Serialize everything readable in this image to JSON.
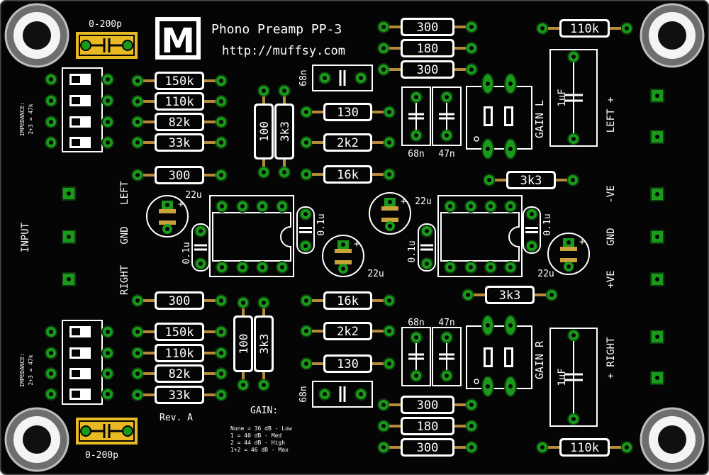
{
  "board": {
    "title": "Phono Preamp PP-3",
    "url": "http://muffsy.com",
    "logo_letter": "M",
    "revision": "Rev. A",
    "gain_heading": "GAIN:",
    "gain_table": [
      "None = 36 dB - Low",
      "1    = 40 dB - Med",
      "2    = 44 dB - High",
      "1+2  = 46 dB - Max"
    ],
    "impedance_note_1": "IMPEDANCE:",
    "impedance_note_2": "2+3 = 47k",
    "colors": {
      "board": "#050505",
      "silkscreen": "#ffffff",
      "copper_pad": "#1a9a1a",
      "gold_pad": "#e8b923",
      "resistor_lead": "#b58a3a",
      "hole": "#101010"
    }
  },
  "labels": {
    "input": "INPUT",
    "left": "LEFT",
    "gnd": "GND",
    "right": "RIGHT",
    "left_plus": "LEFT  +",
    "plus": "+",
    "neg_ve": "-VE",
    "gnd_r": "GND",
    "pos_ve": "+VE",
    "right_plus": "+  RIGHT",
    "gain_l": "GAIN L",
    "gain_r": "GAIN R"
  },
  "trim_caps": {
    "top": "0-200p",
    "bottom": "0-200p"
  },
  "resistors": {
    "top_stack": [
      "300",
      "180",
      "300"
    ],
    "bottom_stack": [
      "300",
      "180",
      "300"
    ],
    "top_right": "110k",
    "bottom_right": "110k",
    "left_top": [
      "150k",
      "110k",
      "82k",
      "33k"
    ],
    "left_bottom": [
      "150k",
      "110k",
      "82k",
      "33k"
    ],
    "left_300_top": "300",
    "left_300_bottom": "300",
    "mid_top": [
      "130",
      "2k2",
      "16k"
    ],
    "mid_bottom": [
      "16k",
      "2k2",
      "130"
    ],
    "vertical_top": [
      "100",
      "3k3"
    ],
    "vertical_bottom": [
      "100",
      "3k3"
    ],
    "right_3k3_top": "3k3",
    "right_3k3_bottom": "3k3"
  },
  "capacitors": {
    "film_top": "68n",
    "film_bottom": "68n",
    "vert_top": [
      "68n",
      "47n"
    ],
    "vert_bottom": [
      "68n",
      "47n"
    ],
    "big_top": "1uF",
    "big_bottom": "1uF",
    "elec": [
      "22u",
      "22u",
      "22u",
      "22u"
    ],
    "decoupling": [
      "0.1u",
      "0.1u",
      "0.1u",
      "0.1u"
    ]
  }
}
